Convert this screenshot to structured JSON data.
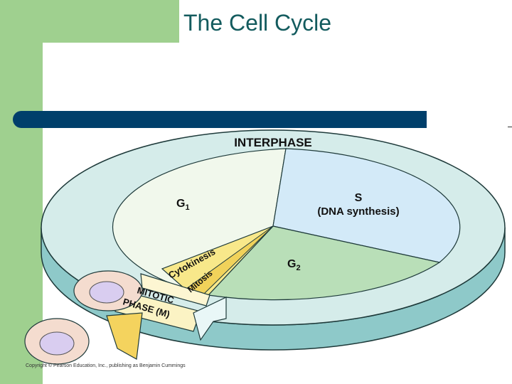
{
  "slide": {
    "title": "The Cell Cycle"
  },
  "diagram": {
    "interphase_label": "INTERPHASE",
    "g1_label": "G",
    "g1_sub": "1",
    "s_label": "S",
    "s_desc": "(DNA synthesis)",
    "g2_label": "G",
    "g2_sub": "2",
    "cytokinesis_label": "Cytokinesis",
    "mitosis_label": "Mitosis",
    "mitotic_line1": "MITOTIC",
    "mitotic_line2": "PHASE (M)"
  },
  "copyright": "Copyright © Pearson Education, Inc., publishing as Benjamin Cummings",
  "colors": {
    "accent_green": "#9fd08f",
    "title_teal": "#135b5e",
    "bar_navy": "#003f6b",
    "g1_fill": "#f1f8ec",
    "s_fill": "#d3eaf8",
    "g2_fill": "#b9dfb8",
    "ring_fill": "#d5ecea",
    "ring_side": "#8ec9c9",
    "mitotic_yellow": "#f4d35e"
  }
}
